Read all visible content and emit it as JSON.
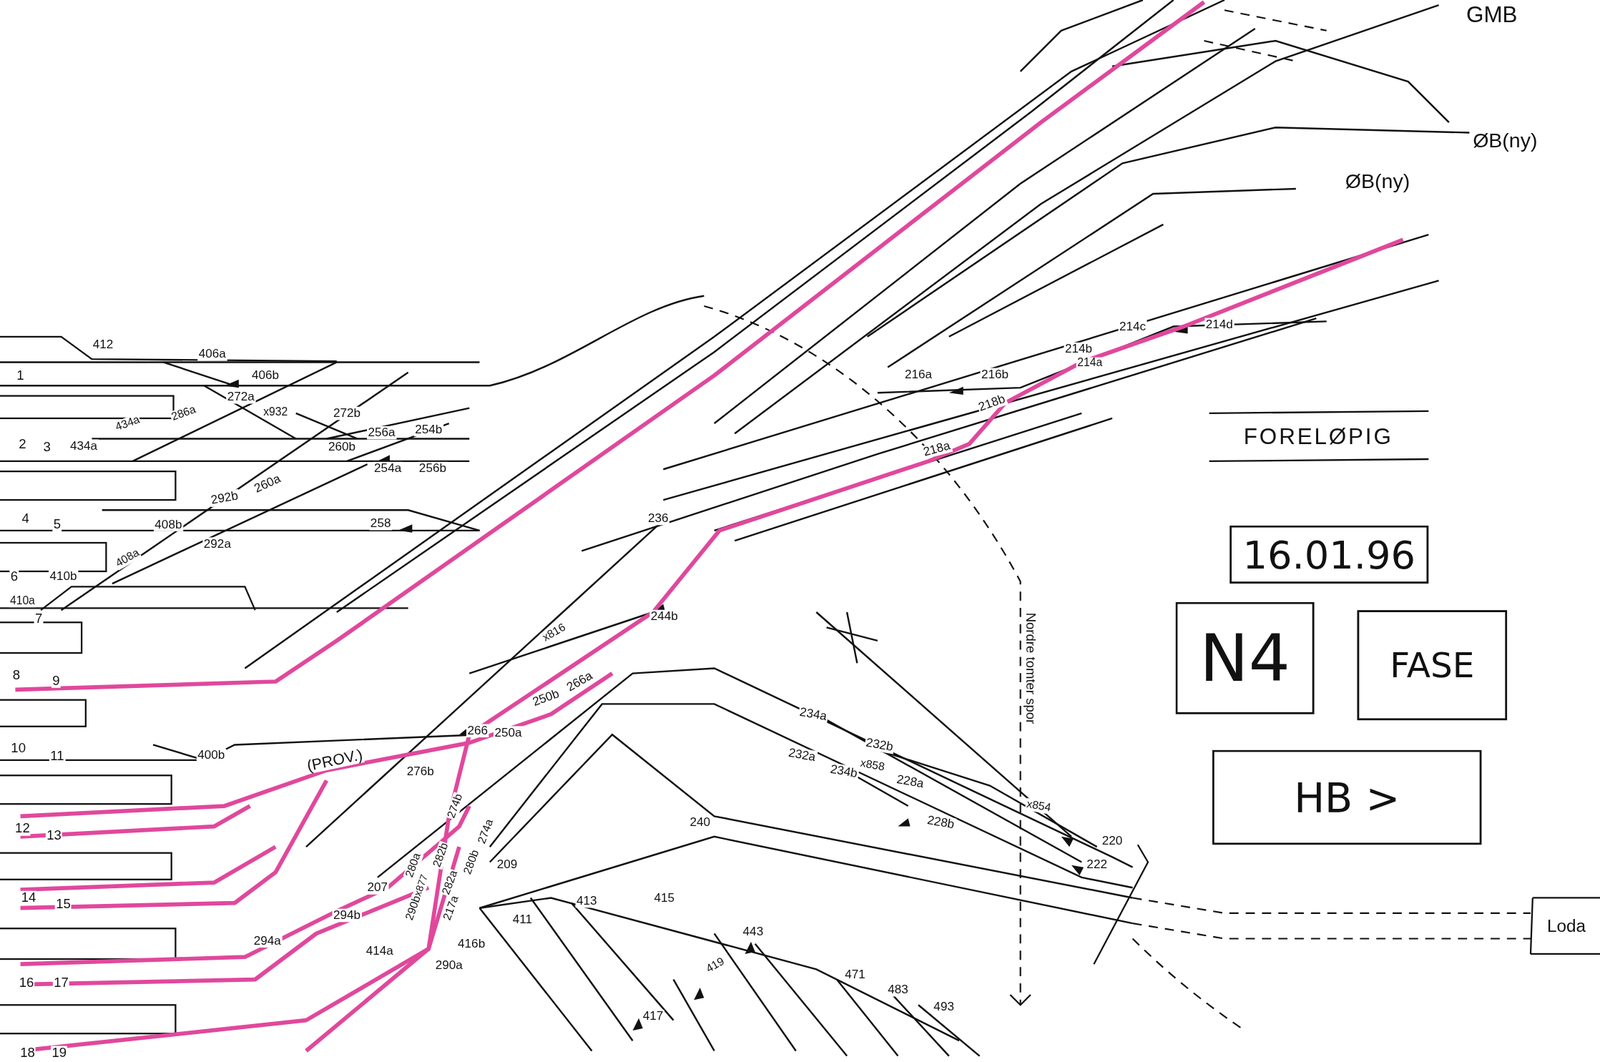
{
  "diagram": {
    "nodes": [
      {
        "text": [
          "16.01.96"
        ]
      },
      {
        "text": [
          "N4"
        ]
      },
      {
        "text": [
          "FASE"
        ]
      },
      {
        "text": [
          "HB >"
        ]
      }
    ],
    "labels": [
      "GMB",
      "ØB(ny)",
      "ØB(ny)",
      "FORELØPIG",
      "Nordre tomter spor",
      "Loda",
      "(PROV.)",
      "1",
      "2",
      "3",
      "4",
      "5",
      "6",
      "7",
      "8",
      "9",
      "10",
      "11",
      "12",
      "13",
      "14",
      "15",
      "16",
      "17",
      "18",
      "19",
      "412",
      "406a",
      "406b",
      "272a",
      "x932",
      "272b",
      "256a",
      "254b",
      "434a",
      "286a",
      "434a",
      "260b",
      "254a",
      "256b",
      "292b",
      "260a",
      "408b",
      "258",
      "292a",
      "408a",
      "410b",
      "410a",
      "x816",
      "244b",
      "250b",
      "266a",
      "266",
      "250a",
      "276b",
      "400b",
      "236",
      "234a",
      "232b",
      "232a",
      "234b",
      "x858",
      "228a",
      "228b",
      "x854",
      "220",
      "222",
      "240",
      "209",
      "274b",
      "274a",
      "280b",
      "282b",
      "280a",
      "x877",
      "282a",
      "290b",
      "217a",
      "207",
      "294b",
      "294a",
      "414a",
      "416b",
      "290a",
      "411",
      "413",
      "415",
      "443",
      "419",
      "417",
      "471",
      "483",
      "493",
      "216a",
      "216b",
      "214b",
      "214a",
      "214c",
      "214d",
      "218b",
      "218a"
    ]
  }
}
